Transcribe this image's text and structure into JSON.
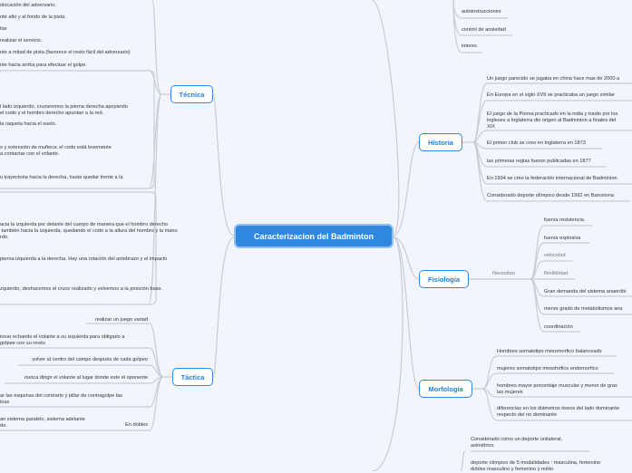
{
  "central": "Caracterizacion del Badminton",
  "branches": {
    "tecnica": {
      "label": "Técnica",
      "items": [
        "olocación del adversario.",
        "nte alto y al fondo de la pista.",
        "itar",
        " realizar el servicio.",
        "nte a mitad de pista (favorece el resto fácil del adversario)",
        "nte hacia arriba para efectuar el golpe.",
        "l lado izquierdo, cruzaremos la pierna derecha apoyando\nel codo y el hombro derecho apuntan a la red.",
        " la raqueta hacia el suelo.",
        "o y extensión de muñeca; el codo está levemente\na contactar con el volante.",
        "u trayectoria hacia la derecha, hasta quedar frente a la",
        "acia la izquierda por delante del cuerpo de manera que el hombro derecho\n también hacia la izquierda, quedando el codo a la altura del hombro y la mano\nrdo.",
        " pierna izquierda a la derecha. Hay una rotación del antebrazo y el impacto",
        "zquierdo, deshacemos el cruce realizado y volvemos a la posición base."
      ]
    },
    "tactica": {
      "label": "Táctica",
      "items": [
        "realizar un juego variad",
        "ionar echando el volante a su izquierda para obligarlo a\ngolpee con su revés",
        "volver al centro del campo después de cada golpeo",
        "nunca dirigir el volante al lugar donde este el oponente",
        "ar las esquinas del contrario y pillar de contragolpe las\ninas",
        "an sistema paralelo, sistema adelante\ndo."
      ],
      "dobles_label": "En dobles"
    },
    "psicologia": {
      "items": [
        "autoinstrucciones",
        "control de ansiedad",
        "interes"
      ]
    },
    "historia": {
      "label": "Historia",
      "items": [
        "Un juego parecido se jugaba en china hace mas de 2000 a",
        "En Europa en el siglo XVII se practicaba un juego similar",
        "El juego de la Poona practicado en la india y traido por los\ningleses a Inglaterra dio origen al Badminton a finales del\nXIX",
        "El primer club se creo en Inglaterra en 1873",
        "las primeras reglas fueron publicadas en 1877",
        "En 1934 se creo la federación internacional de Badminton",
        "Considerado deporte olímpico desde 1992 en Barcelona"
      ]
    },
    "fisiologia": {
      "label": "Fisiología",
      "connector": "Necesitan",
      "items": [
        "fuerza resistencia",
        "fuerza explosiva",
        "velocidad",
        "flexibilidad",
        "Gran demanda del sistema anaeróbi",
        "menor grado de metabolismos ana",
        "coordinación"
      ]
    },
    "morfologia": {
      "label": "Morfología",
      "items": [
        "Hombres somatotipo mesomorfico balanceado",
        "mujeres somatotipo mesoforfico endomorfico",
        "hombres mayor porcentaje muscular y menor de gras\nlas mujeres",
        "diferencias en los diámetros óseos del lado dominante\nrespecto del no dominante"
      ]
    },
    "bottom": {
      "items": [
        "Considerado como un deporte unilateral,\nasimétrico",
        "deporte olímpico de 5 modalidades : masculina, femenino\ndobles masculino y femenino y mixto"
      ]
    }
  }
}
